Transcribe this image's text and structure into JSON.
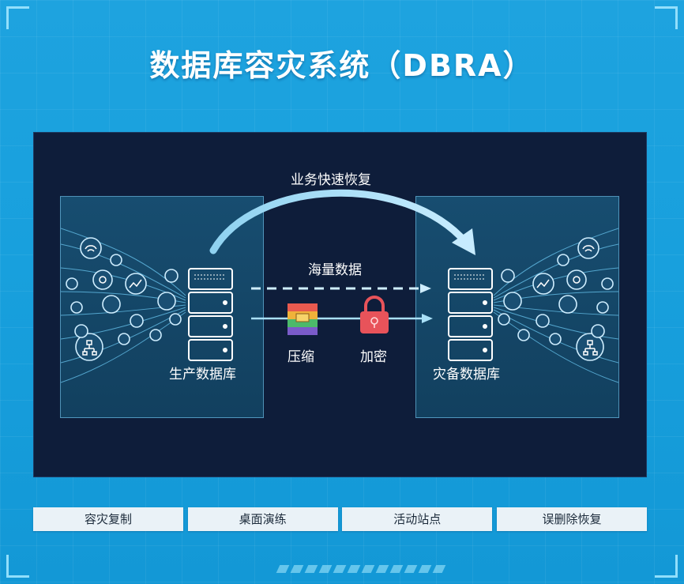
{
  "title": "数据库容灾系统（DBRA）",
  "diagram": {
    "source_label": "生产数据库",
    "target_label": "灾备数据库",
    "recovery_label": "业务快速恢复",
    "data_label": "海量数据",
    "compress_label": "压缩",
    "encrypt_label": "加密"
  },
  "buttons": [
    "容灾复制",
    "桌面演练",
    "活动站点",
    "误删除恢复"
  ],
  "colors": {
    "background": "#1ea3df",
    "panel": "#0e1d3a",
    "box": "#174d70",
    "arrow": "#9fd8f2",
    "lock": "#e8535a"
  }
}
